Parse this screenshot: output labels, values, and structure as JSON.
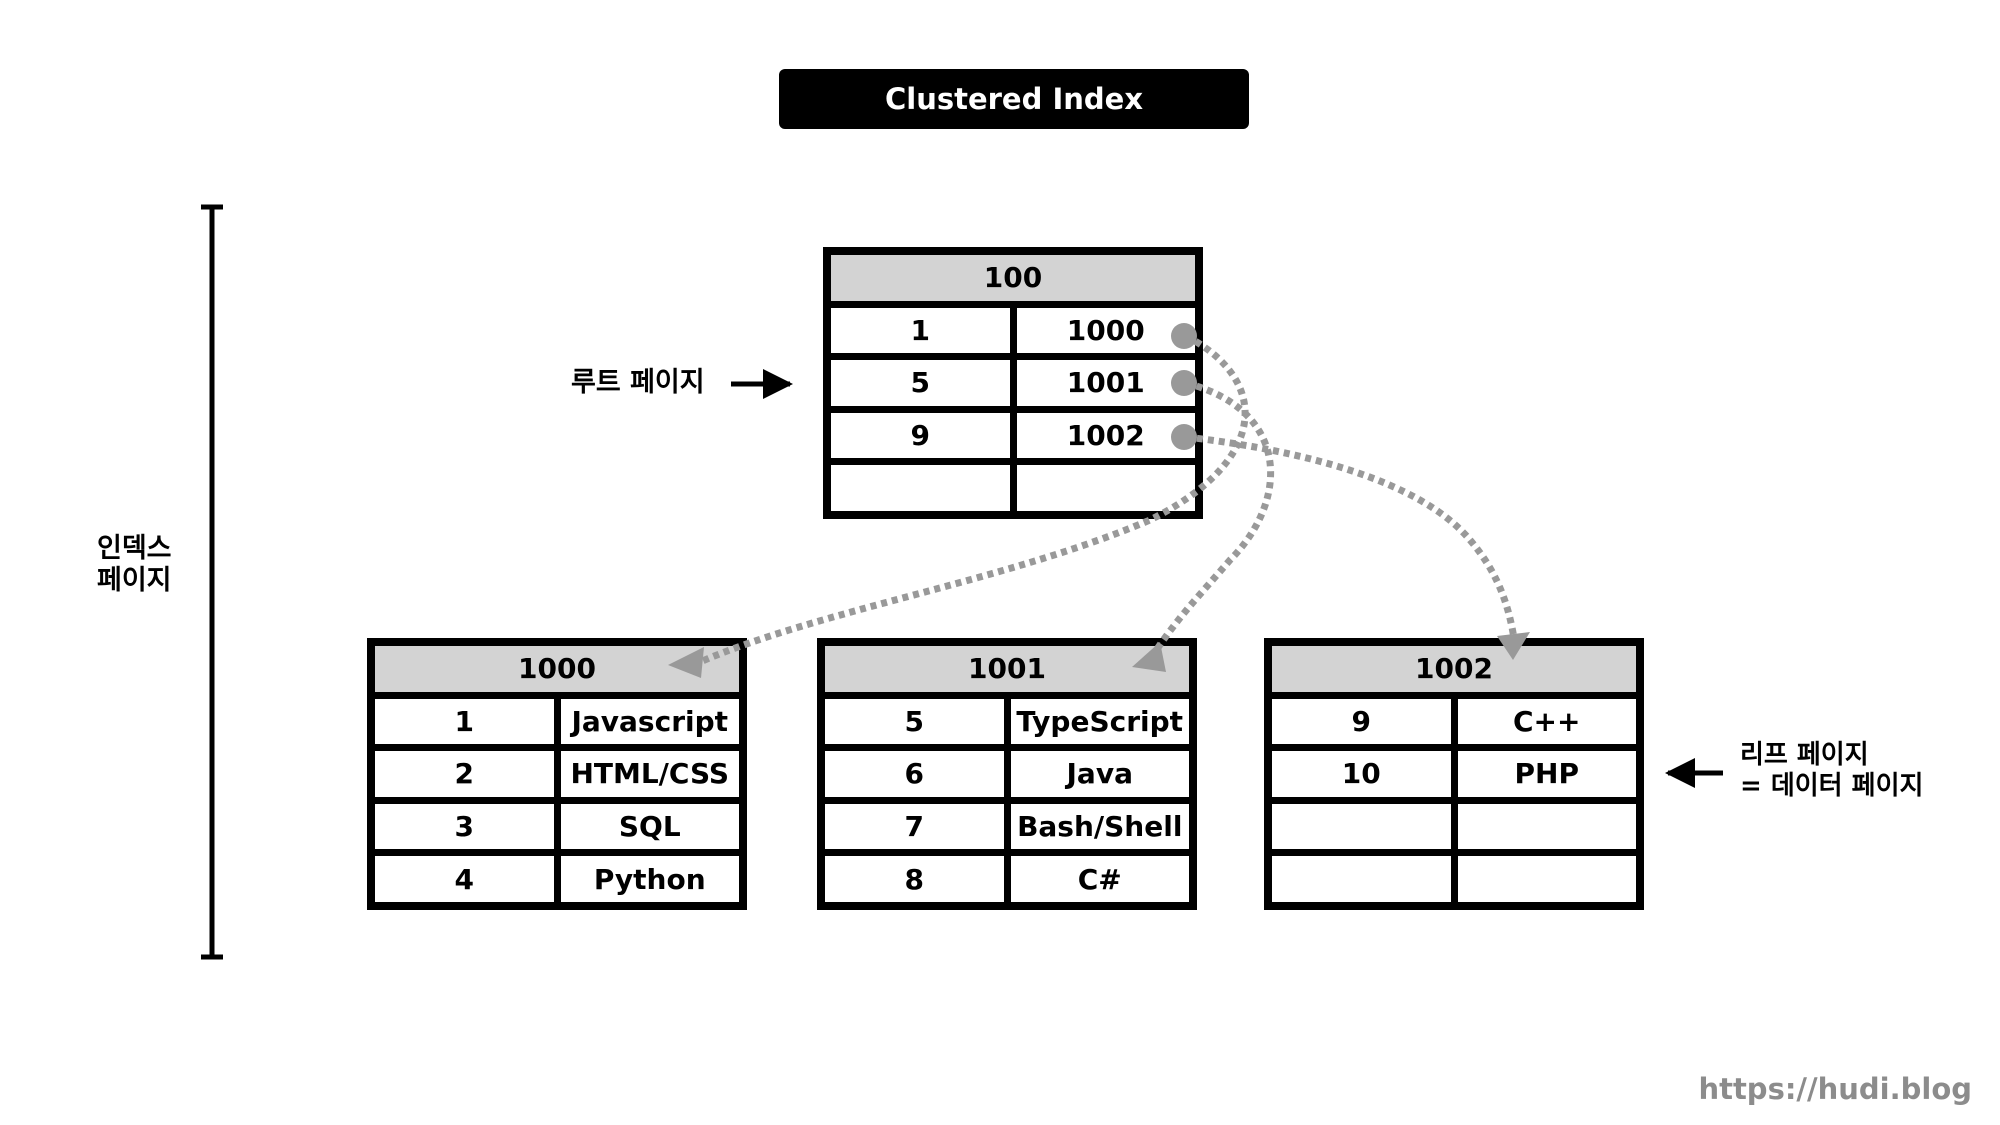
{
  "title": "Clustered Index",
  "labels": {
    "root_page": "루트 페이지",
    "index_page_line1": "인덱스",
    "index_page_line2": "페이지",
    "leaf_page_line1": "리프 페이지",
    "leaf_page_line2": "= 데이터 페이지"
  },
  "root_page": {
    "page_no": "100",
    "rows": [
      {
        "key": "1",
        "value": "1000"
      },
      {
        "key": "5",
        "value": "1001"
      },
      {
        "key": "9",
        "value": "1002"
      },
      {
        "key": "",
        "value": ""
      }
    ]
  },
  "leaf_pages": [
    {
      "page_no": "1000",
      "rows": [
        {
          "key": "1",
          "value": "Javascript"
        },
        {
          "key": "2",
          "value": "HTML/CSS"
        },
        {
          "key": "3",
          "value": "SQL"
        },
        {
          "key": "4",
          "value": "Python"
        }
      ]
    },
    {
      "page_no": "1001",
      "rows": [
        {
          "key": "5",
          "value": "TypeScript"
        },
        {
          "key": "6",
          "value": "Java"
        },
        {
          "key": "7",
          "value": "Bash/Shell"
        },
        {
          "key": "8",
          "value": "C#"
        }
      ]
    },
    {
      "page_no": "1002",
      "rows": [
        {
          "key": "9",
          "value": "C++"
        },
        {
          "key": "10",
          "value": "PHP"
        },
        {
          "key": "",
          "value": ""
        },
        {
          "key": "",
          "value": ""
        }
      ]
    }
  ],
  "watermark": "https://hudi.blog",
  "colors": {
    "header_fill": "#d3d3d3",
    "pointer": "#999999",
    "border": "#000000"
  }
}
